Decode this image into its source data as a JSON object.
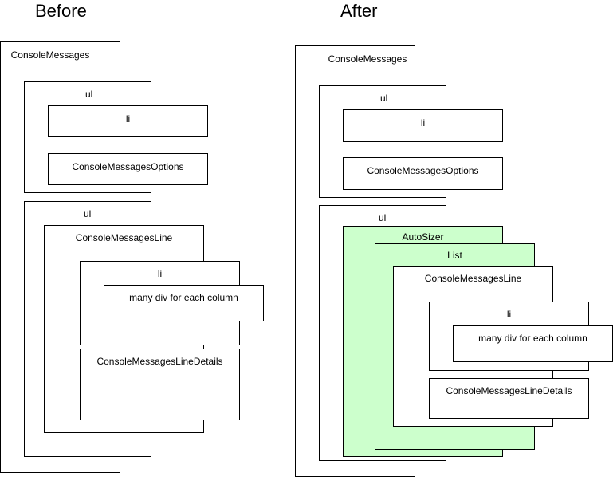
{
  "headings": {
    "before": "Before",
    "after": "After"
  },
  "before": {
    "console_messages": "ConsoleMessages",
    "ul_top": "ul",
    "li_top": "li",
    "console_messages_options": "ConsoleMessagesOptions",
    "ul_bottom": "ul",
    "console_messages_line": "ConsoleMessagesLine",
    "li_inner": "li",
    "many_div": "many div for each column",
    "console_messages_line_details": "ConsoleMessagesLineDetails"
  },
  "after": {
    "console_messages": "ConsoleMessages",
    "ul_top": "ul",
    "li_top": "li",
    "console_messages_options": "ConsoleMessagesOptions",
    "ul_bottom": "ul",
    "auto_sizer": "AutoSizer",
    "list": "List",
    "console_messages_line": "ConsoleMessagesLine",
    "li_inner": "li",
    "many_div": "many div for each column",
    "console_messages_line_details": "ConsoleMessagesLineDetails"
  },
  "colors": {
    "stroke": "#000000",
    "box_fill": "#ffffff",
    "highlight_fill": "#ccffcc"
  }
}
